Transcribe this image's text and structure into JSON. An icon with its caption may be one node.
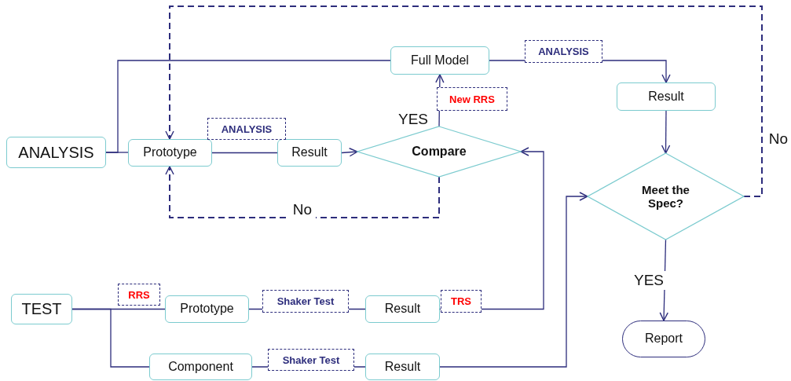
{
  "diagram": {
    "nodes": [
      {
        "text": [
          "ANALYSIS"
        ]
      },
      {
        "text": [
          "Prototype"
        ]
      },
      {
        "text": [
          "Result"
        ]
      },
      {
        "text": [
          "Compare"
        ]
      },
      {
        "text": [
          "Full Model"
        ]
      },
      {
        "text": [
          "Result"
        ]
      },
      {
        "text": [
          "Meet the Spec?"
        ]
      },
      {
        "text": [
          "TEST"
        ]
      },
      {
        "text": [
          "Prototype"
        ]
      },
      {
        "text": [
          "Result"
        ]
      },
      {
        "text": [
          "Component"
        ]
      },
      {
        "text": [
          "Result"
        ]
      },
      {
        "text": [
          "Report"
        ]
      }
    ],
    "edges": [
      {
        "from": 0,
        "to": 1,
        "arrow": "none"
      },
      {
        "from": 0,
        "to": 4,
        "arrow": "none"
      },
      {
        "from": 1,
        "to": 2,
        "arrow": "none",
        "label": "ANALYSIS"
      },
      {
        "from": 2,
        "to": 3,
        "arrow": "to"
      },
      {
        "from": 3,
        "to": 4,
        "arrow": "to",
        "label": "New RRS"
      },
      {
        "from": 4,
        "to": 5,
        "arrow": "to",
        "label": "ANALYSIS"
      },
      {
        "from": 5,
        "to": 6,
        "arrow": "to"
      },
      {
        "from": 3,
        "to": 1,
        "arrow": "to",
        "label": "No",
        "style": "dashed"
      },
      {
        "from": 6,
        "to": 1,
        "arrow": "to",
        "label": "No",
        "style": "dashed"
      },
      {
        "from": 6,
        "to": 12,
        "arrow": "to",
        "label": "YES"
      },
      {
        "from": 7,
        "to": 8,
        "arrow": "none",
        "label": "RRS"
      },
      {
        "from": 7,
        "to": 10,
        "arrow": "none"
      },
      {
        "from": 8,
        "to": 9,
        "arrow": "none",
        "label": "Shaker Test"
      },
      {
        "from": 9,
        "to": 3,
        "arrow": "to",
        "label": "TRS"
      },
      {
        "from": 10,
        "to": 11,
        "arrow": "none",
        "label": "Shaker Test"
      },
      {
        "from": 11,
        "to": 6,
        "arrow": "to"
      }
    ],
    "labels": [
      "YES"
    ]
  }
}
